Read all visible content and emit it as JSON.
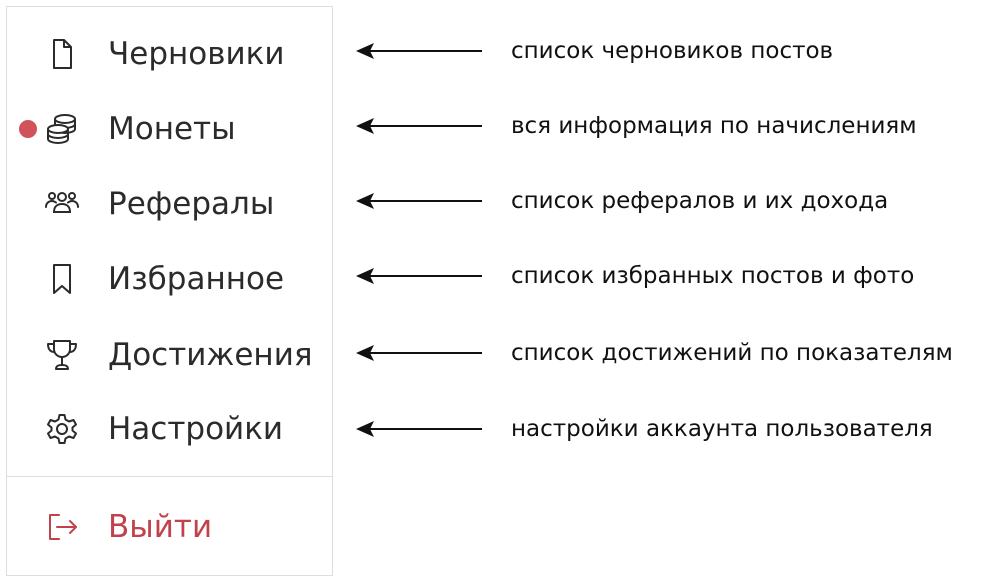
{
  "menu": {
    "items": [
      {
        "id": "drafts",
        "label": "Черновики",
        "icon": "document-icon"
      },
      {
        "id": "coins",
        "label": "Монеты",
        "icon": "coins-icon",
        "notification": true
      },
      {
        "id": "referrals",
        "label": "Рефералы",
        "icon": "users-icon"
      },
      {
        "id": "favorites",
        "label": "Избранное",
        "icon": "bookmark-icon"
      },
      {
        "id": "achievements",
        "label": "Достижения",
        "icon": "trophy-icon"
      },
      {
        "id": "settings",
        "label": "Настройки",
        "icon": "gear-icon"
      }
    ],
    "logout": {
      "label": "Выйти",
      "icon": "logout-icon"
    }
  },
  "annotations": [
    "список черновиков постов",
    "вся информация по начислениям",
    "список рефералов и их дохода",
    "список избранных постов и фото",
    "список достижений по показателям",
    "настройки аккаунта пользователя"
  ],
  "colors": {
    "text": "#2b2b2b",
    "accent_red": "#c0434b",
    "notification_dot": "#d0525a",
    "border": "#dedede"
  }
}
